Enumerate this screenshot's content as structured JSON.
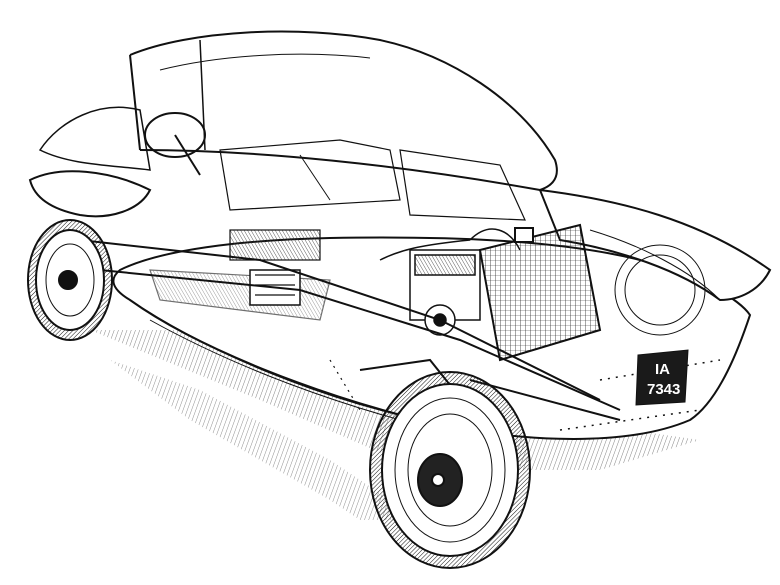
{
  "image": {
    "subject": "Cutaway technical line illustration of a vintage streamlined teardrop car",
    "style": "black ink line drawing on white background",
    "background_color": "#ffffff",
    "ink_color": "#111111"
  },
  "license_plate": {
    "line1": "IA",
    "line2": "7343",
    "plate_color": "#1a1a1a",
    "text_color": "#ffffff"
  }
}
